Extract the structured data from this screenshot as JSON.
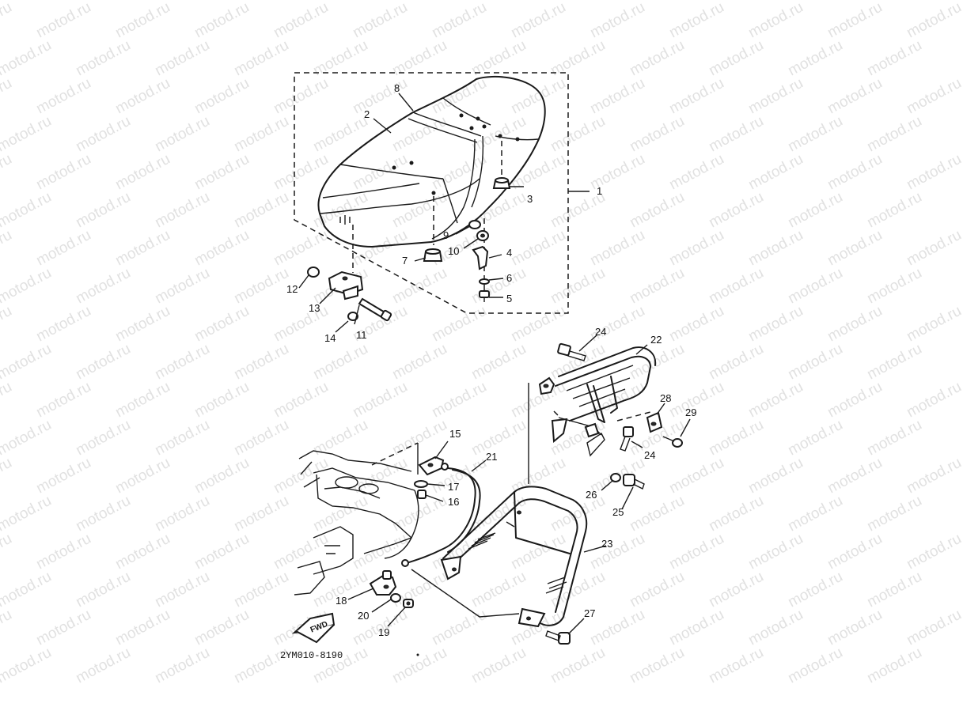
{
  "watermark": "motod.ru",
  "drawing_code": "2YM010-8190",
  "direction_label": "FWD",
  "callouts": [
    {
      "id": "c1",
      "label": "1"
    },
    {
      "id": "c2",
      "label": "2"
    },
    {
      "id": "c3",
      "label": "3"
    },
    {
      "id": "c4",
      "label": "4"
    },
    {
      "id": "c5",
      "label": "5"
    },
    {
      "id": "c6",
      "label": "6"
    },
    {
      "id": "c7",
      "label": "7"
    },
    {
      "id": "c8",
      "label": "8"
    },
    {
      "id": "c9",
      "label": "9"
    },
    {
      "id": "c10",
      "label": "10"
    },
    {
      "id": "c11",
      "label": "11"
    },
    {
      "id": "c12",
      "label": "12"
    },
    {
      "id": "c13",
      "label": "13"
    },
    {
      "id": "c14",
      "label": "14"
    },
    {
      "id": "c15",
      "label": "15"
    },
    {
      "id": "c16",
      "label": "16"
    },
    {
      "id": "c17",
      "label": "17"
    },
    {
      "id": "c18",
      "label": "18"
    },
    {
      "id": "c19",
      "label": "19"
    },
    {
      "id": "c20",
      "label": "20"
    },
    {
      "id": "c21",
      "label": "21"
    },
    {
      "id": "c22",
      "label": "22"
    },
    {
      "id": "c23",
      "label": "23"
    },
    {
      "id": "c24a",
      "label": "24"
    },
    {
      "id": "c24b",
      "label": "24"
    },
    {
      "id": "c25",
      "label": "25"
    },
    {
      "id": "c26",
      "label": "26"
    },
    {
      "id": "c27",
      "label": "27"
    },
    {
      "id": "c28",
      "label": "28"
    },
    {
      "id": "c29",
      "label": "29"
    }
  ]
}
